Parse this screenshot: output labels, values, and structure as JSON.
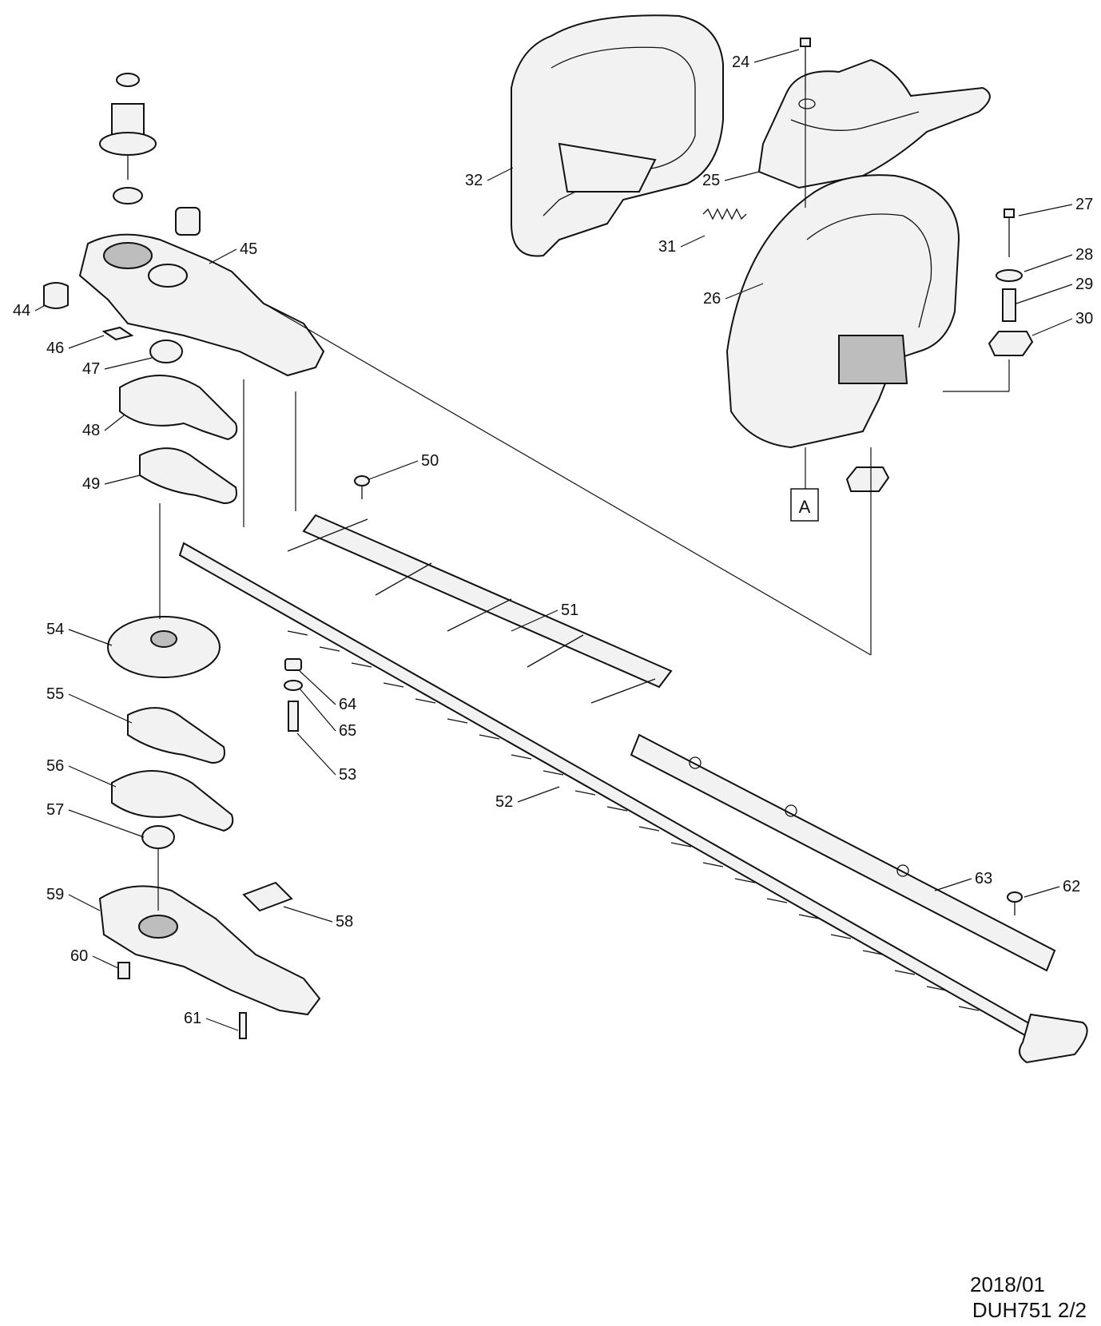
{
  "callouts": [
    "24",
    "25",
    "26",
    "27",
    "28",
    "29",
    "30",
    "31",
    "32",
    "44",
    "45",
    "46",
    "47",
    "48",
    "49",
    "50",
    "51",
    "52",
    "53",
    "54",
    "55",
    "56",
    "57",
    "58",
    "59",
    "60",
    "61",
    "62",
    "63",
    "64",
    "65"
  ],
  "reference_marker": "A",
  "footer": {
    "date": "2018/01",
    "model": "DUH751 2/2"
  }
}
